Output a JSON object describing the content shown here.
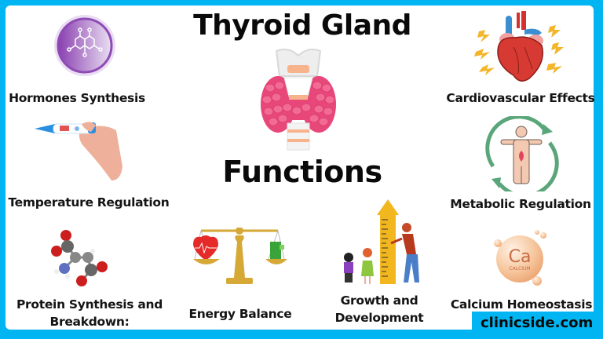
{
  "header": {
    "title": "Thyroid Gland",
    "subtitle": "Functions"
  },
  "colors": {
    "frame": "#00b5f1",
    "background": "#ffffff",
    "text": "#111111"
  },
  "functions": [
    {
      "label": "Hormones Synthesis",
      "icon": "molecule-circle-icon"
    },
    {
      "label": "Temperature Regulation",
      "icon": "thermometer-hand-icon"
    },
    {
      "label_line1": "Protein Synthesis and",
      "label_line2": "Breakdown:",
      "icon": "amino-acid-molecule-icon"
    },
    {
      "label": "Energy Balance",
      "icon": "balance-scale-icon"
    },
    {
      "label_line1": "Growth and",
      "label_line2": "Development",
      "icon": "height-measure-icon"
    },
    {
      "label": "Calcium Homeostasis",
      "icon": "calcium-bubble-icon",
      "icon_text": "Ca",
      "icon_subtext": "CALCIUM"
    },
    {
      "label": "Metabolic Regulation",
      "icon": "metabolism-body-icon"
    },
    {
      "label": "Cardiovascular Effects",
      "icon": "heart-icon"
    }
  ],
  "center_image": {
    "icon": "thyroid-gland-icon"
  },
  "footer": {
    "brand": "clinicside.com"
  }
}
